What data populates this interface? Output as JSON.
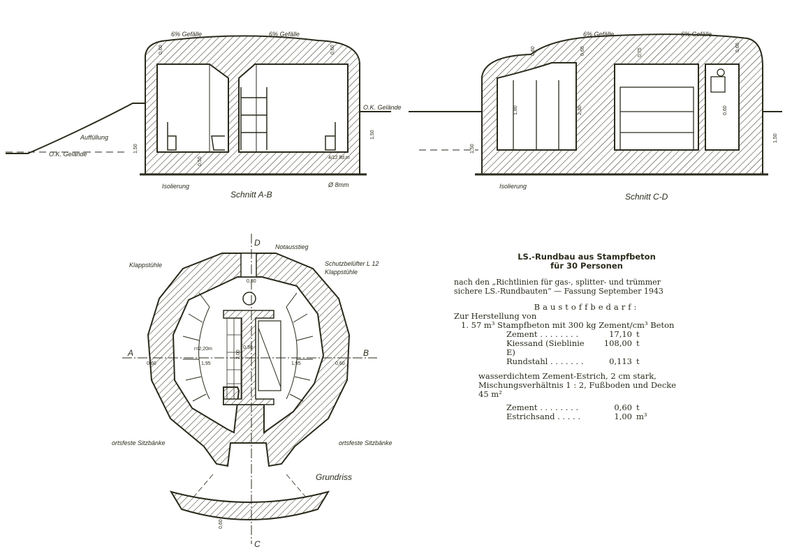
{
  "section_ab": {
    "title": "Schnitt A-B",
    "slope_left": "6% Gefälle",
    "slope_right": "6% Gefälle",
    "fill_label": "Auffüllung",
    "ground_left": "O.K. Gelände",
    "ground_right": "O.K. Gelände",
    "insulation": "Isolierung",
    "rebar": "Ø 8mm",
    "rebar_spacing": "4/12 lfd.m",
    "dims": [
      "0,60",
      "0,60",
      "1,50",
      "1,50",
      "0,50"
    ]
  },
  "section_cd": {
    "title": "Schnitt C-D",
    "slope_left": "6% Gefälle",
    "slope_right": "6% Gefälle",
    "insulation": "Isolierung",
    "dims": [
      "0,60",
      "0,60",
      "0,75",
      "0,60",
      "1,80",
      "2,30",
      "1,50",
      "1,50",
      "0,60"
    ]
  },
  "plan": {
    "title": "Grundriss",
    "axis_a": "A",
    "axis_b": "B",
    "axis_c": "C",
    "axis_d": "D",
    "emergency_exit": "Notausstieg",
    "folding_chairs_left": "Klappstühle",
    "folding_chairs_right": "Klappstühle",
    "ventilator": "Schutzbelüfter L 12",
    "benches_left": "ortsfeste Sitzbänke",
    "benches_right": "ortsfeste Sitzbänke",
    "radius": "r=2,20m",
    "dims": [
      "0,60",
      "1,95",
      "1,95",
      "0,60",
      "0,30",
      "0,30",
      "2,00",
      "0,60"
    ]
  },
  "info": {
    "title_line1": "LS.-Rundbau aus Stampfbeton",
    "title_line2": "für 30 Personen",
    "source_line1": "nach den „Richtlinien für gas-, splitter- und trümmer",
    "source_line2": "sichere LS.-Rundbauten“ — Fassung September 1943",
    "materials_heading": "Baustoffbedarf:",
    "intro": "Zur Herstellung von",
    "item1": "1.  57 m³ Stampfbeton mit 300 kg Zement/cm³ Beton",
    "item1_rows": [
      {
        "name": "Zement . . . . . . . .",
        "value": "17,10",
        "unit": "t"
      },
      {
        "name": "Kiessand (Sieblinie E)",
        "value": "108,00",
        "unit": "t"
      },
      {
        "name": "Rundstahl . . . . . . .",
        "value": "0,113",
        "unit": "t"
      }
    ],
    "item2_line1": "wasserdichtem Zement-Estrich, 2 cm stark,",
    "item2_line2": "Mischungsverhältnis 1 : 2, Fußboden und Decke",
    "item2_line3": "45 m²",
    "item2_rows": [
      {
        "name": "Zement . . . . . . . .",
        "value": "0,60",
        "unit": "t"
      },
      {
        "name": "Estrichsand . . . . .",
        "value": "1,00",
        "unit": "m³"
      }
    ]
  }
}
